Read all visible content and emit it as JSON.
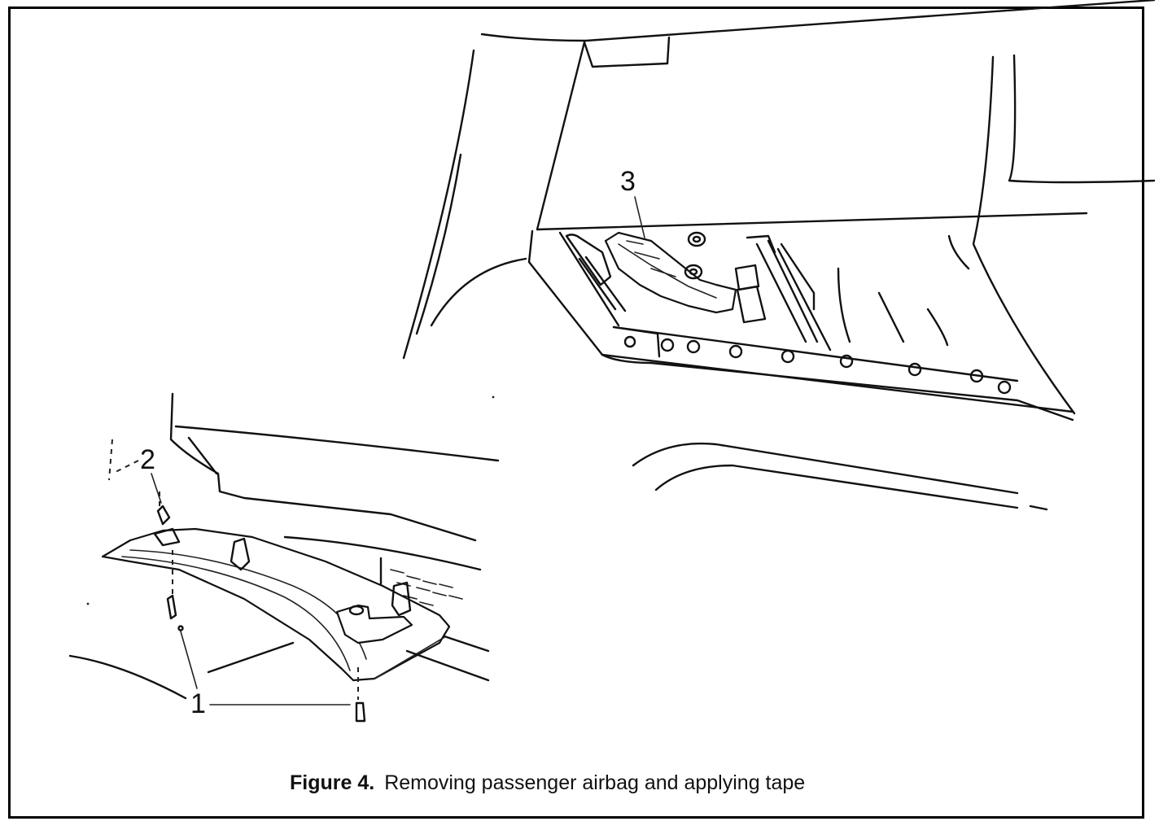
{
  "figure": {
    "label": "Figure 4.",
    "caption": "Removing passenger airbag and applying tape"
  },
  "callouts": [
    "1",
    "2",
    "3"
  ]
}
